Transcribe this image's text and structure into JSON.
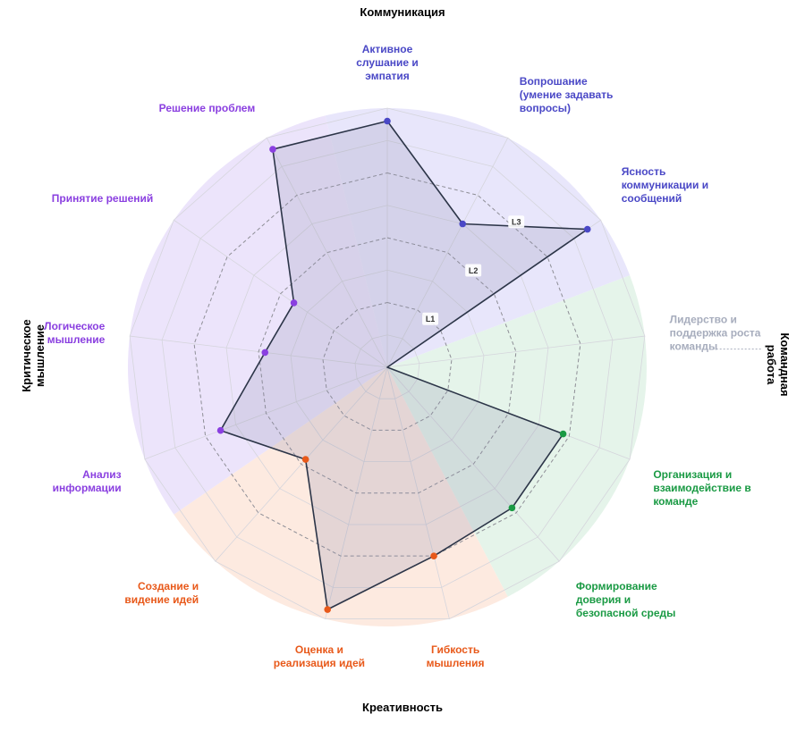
{
  "chart_data": {
    "type": "radar",
    "levels": [
      "L1",
      "L2",
      "L3"
    ],
    "max_level": 4,
    "groups": [
      {
        "name": "Коммуникация",
        "color": "#4a48c6",
        "fill": "#e8e6fb"
      },
      {
        "name": "Командная\nработа",
        "color": "#1a9a44",
        "fill": "#e5f4ea"
      },
      {
        "name": "Креативность",
        "color": "#e8591a",
        "fill": "#fdeae0"
      },
      {
        "name": "Критическое\nмышление",
        "color": "#8a3fe0",
        "fill": "#ece4fb"
      }
    ],
    "axes": [
      {
        "label": "Активное\nслушание и\nэмпатия",
        "group": 0,
        "value": 3.8
      },
      {
        "label": "Вопрошание\n(умение задавать\nвопросы)",
        "group": 0,
        "value": 2.5
      },
      {
        "label": "Ясность\nкоммуникации и\nсообщений",
        "group": 0,
        "value": 3.75
      },
      {
        "label": "Лидерство и\nподдержка роста\nкоманды",
        "group": 1,
        "value": 0,
        "muted": true
      },
      {
        "label": "Организация и\nвзаимодействие в\nкоманде",
        "group": 1,
        "value": 2.9
      },
      {
        "label": "Формирование\nдоверия и\nбезопасной среды",
        "group": 1,
        "value": 2.9
      },
      {
        "label": "Гибкость\nмышления",
        "group": 2,
        "value": 3.0
      },
      {
        "label": "Оценка и\nреализация идей",
        "group": 2,
        "value": 3.85
      },
      {
        "label": "Создание и\nвидение идей",
        "group": 2,
        "value": 1.9
      },
      {
        "label": "Анализ\nинформации",
        "group": 3,
        "value": 2.75
      },
      {
        "label": "Логическое\nмышление",
        "group": 3,
        "value": 1.9
      },
      {
        "label": "Принятие решений",
        "group": 3,
        "value": 1.75
      },
      {
        "label": "Решение проблем",
        "group": 3,
        "value": 3.8
      }
    ],
    "colors": {
      "line": "#2c3548",
      "polygon_fill": "#8c8eae",
      "muted": "#a7adbd",
      "grid": "#d5d5dc",
      "dashed": "#8e8e96"
    }
  }
}
